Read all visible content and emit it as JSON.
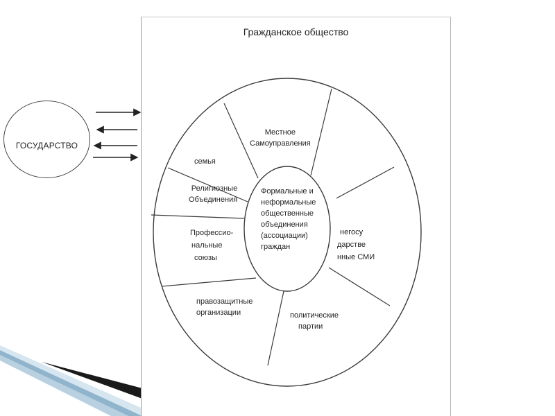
{
  "diagram": {
    "title": "Гражданское общество",
    "state_label": "ГОСУДАРСТВО",
    "center_lines": [
      "Формальные и",
      "неформальные",
      "общественные",
      "объединения",
      "(ассоциации)",
      "граждан"
    ],
    "segments": {
      "local": [
        "Местное",
        "Самоуправления"
      ],
      "family": [
        "семья"
      ],
      "religious": [
        "Религиозные",
        "Объединения"
      ],
      "unions": [
        "Профессио-",
        "нальные",
        "союзы"
      ],
      "rights": [
        "правозащитные",
        "организации"
      ],
      "parties": [
        "политические",
        "партии"
      ],
      "media": [
        "негосу",
        "дарстве",
        "нные СМИ"
      ]
    },
    "colors": {
      "line": "#3a3a3a",
      "corner_dark": "#1a1a1a",
      "corner_light": "#8fb4cc"
    }
  }
}
